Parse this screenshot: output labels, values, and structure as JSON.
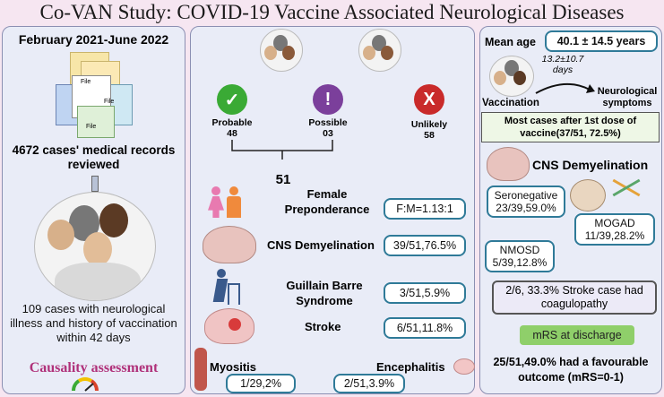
{
  "title": "Co-VAN Study: COVID-19 Vaccine Associated Neurological Diseases",
  "left": {
    "period": "February 2021-June 2022",
    "file_label": "File",
    "records": "4672 cases' medical records reviewed",
    "cases": "109 cases with neurological illness and history of vaccination within 42 days",
    "causality": "Causality assessment"
  },
  "middle": {
    "probable": {
      "symbol": "✓",
      "label": "Probable",
      "count": "48",
      "color": "#3aaa35"
    },
    "possible": {
      "symbol": "!",
      "label": "Possible",
      "count": "03",
      "color": "#7b3f9b"
    },
    "unlikely": {
      "symbol": "X",
      "label": "Unlikely",
      "count": "58",
      "color": "#c92a2a"
    },
    "total": "51",
    "rows": [
      {
        "label": "Female Preponderance",
        "value": "F:M=1.13:1"
      },
      {
        "label": "CNS Demyelination",
        "value": "39/51,76.5%"
      },
      {
        "label": "Guillain Barre Syndrome",
        "value": "3/51,5.9%"
      },
      {
        "label": "Stroke",
        "value": "6/51,11.8%"
      }
    ],
    "myositis": {
      "label": "Myositis",
      "value": "1/29,2%"
    },
    "encephalitis": {
      "label": "Encephalitis",
      "value": "2/51,3.9%"
    }
  },
  "right": {
    "mean_age_label": "Mean age",
    "mean_age_value": "40.1 ± 14.5 years",
    "interval": "13.2±10.7 days",
    "vaccination": "Vaccination",
    "neuro": "Neurological symptoms",
    "dose": "Most cases after 1st dose of vaccine(37/51, 72.5%)",
    "cns_title": "CNS Demyelination",
    "seroneg": "Seronegative 23/39,59.0%",
    "mogad": "MOGAD 11/39,28.2%",
    "nmosd": "NMOSD 5/39,12.8%",
    "stroke_note": "2/6, 33.3% Stroke case had coagulopathy",
    "mrs_title": "mRS at discharge",
    "outcome": "25/51,49.0% had a favourable outcome (mRS=0-1)"
  }
}
